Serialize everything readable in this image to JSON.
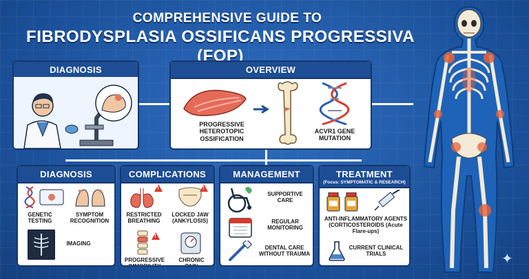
{
  "title": {
    "line1": "COMPREHENSIVE GUIDE TO",
    "line2": "FIBRODYSPLASIA OSSIFICANS PROGRESSIVA (FOP)"
  },
  "top_diagnosis": {
    "header": "DIAGNOSIS"
  },
  "overview": {
    "header": "OVERVIEW",
    "item1": "PROGRESSIVE HETEROTOPIC OSSIFICATION",
    "item2": "ACVR1 GENE MUTATION"
  },
  "diagnosis": {
    "header": "DIAGNOSIS",
    "item1": "GENETIC TESTING",
    "item2": "SYMPTOM RECOGNITION",
    "item3": "IMAGING"
  },
  "complications": {
    "header": "COMPLICATIONS",
    "item1": "RESTRICTED BREATHING",
    "item2": "LOCKED JAW (ANKYLOSIS)",
    "item3": "PROGRESSIVE IMMOBILITY",
    "item4": "CHRONIC PAIN"
  },
  "management": {
    "header": "MANAGEMENT",
    "item1": "SUPPORTIVE CARE",
    "item2": "REGULAR MONITORING",
    "item3": "DENTAL CARE WITHOUT TRAUMA"
  },
  "treatment": {
    "header": "TREATMENT",
    "subheader": "(Focus: SYMPTOMATIC & RESEARCH)",
    "item1": "ANTI-INFLAMMATORY AGENTS (CORTICOSTEROIDS (Acute Flare-ups)",
    "item2": "CURRENT CLINICAL TRIALS"
  },
  "colors": {
    "background": "#1f5aa8",
    "header": "#1d4d94",
    "accent": "#d8392b"
  }
}
